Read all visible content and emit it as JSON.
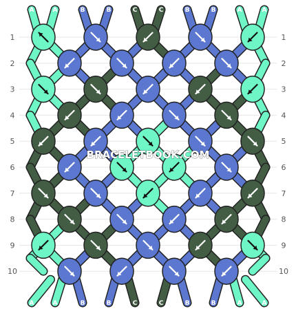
{
  "colors": {
    "A": "#6ff6c6",
    "B": "#5b77cf",
    "C": "#425d44",
    "outline": "#222222",
    "background": "#ffffff"
  },
  "top_strings": [
    "A",
    "A",
    "B",
    "B",
    "C",
    "C",
    "B",
    "B",
    "A",
    "A"
  ],
  "bottom_strings": [
    "A",
    "A",
    "B",
    "B",
    "C",
    "C",
    "B",
    "B",
    "A",
    "A"
  ],
  "row_numbers": [
    "1",
    "2",
    "3",
    "4",
    "5",
    "6",
    "7",
    "8",
    "9",
    "10"
  ],
  "knot_rows": [
    [
      {
        "c": "A",
        "d": "nw"
      },
      {
        "c": "B",
        "d": "se"
      },
      {
        "c": "C",
        "d": "sw"
      },
      {
        "c": "B",
        "d": "se"
      },
      {
        "c": "A",
        "d": "sw"
      }
    ],
    [
      {
        "c": "B",
        "d": "sw"
      },
      {
        "c": "B",
        "d": "se"
      },
      {
        "c": "B",
        "d": "sw"
      },
      {
        "c": "B",
        "d": "se"
      }
    ],
    [
      {
        "c": "A",
        "d": "se"
      },
      {
        "c": "C",
        "d": "se"
      },
      {
        "c": "B",
        "d": "sw"
      },
      {
        "c": "C",
        "d": "sw"
      },
      {
        "c": "A",
        "d": "sw"
      }
    ],
    [
      {
        "c": "C",
        "d": "sw"
      },
      {
        "c": "B",
        "d": "sw"
      },
      {
        "c": "B",
        "d": "se"
      },
      {
        "c": "C",
        "d": "se"
      }
    ],
    [
      {
        "c": "C",
        "d": "sw"
      },
      {
        "c": "B",
        "d": "sw"
      },
      {
        "c": "A",
        "d": "se"
      },
      {
        "c": "B",
        "d": "se"
      },
      {
        "c": "C",
        "d": "se"
      }
    ],
    [
      {
        "c": "B",
        "d": "sw"
      },
      {
        "c": "A",
        "d": "se"
      },
      {
        "c": "A",
        "d": "sw"
      },
      {
        "c": "B",
        "d": "se"
      }
    ],
    [
      {
        "c": "C",
        "d": "se"
      },
      {
        "c": "B",
        "d": "se"
      },
      {
        "c": "A",
        "d": "sw"
      },
      {
        "c": "B",
        "d": "sw"
      },
      {
        "c": "C",
        "d": "sw"
      }
    ],
    [
      {
        "c": "C",
        "d": "se"
      },
      {
        "c": "B",
        "d": "se"
      },
      {
        "c": "B",
        "d": "sw"
      },
      {
        "c": "C",
        "d": "sw"
      }
    ],
    [
      {
        "c": "A",
        "d": "sw"
      },
      {
        "c": "C",
        "d": "se"
      },
      {
        "c": "B",
        "d": "se"
      },
      {
        "c": "C",
        "d": "sw"
      },
      {
        "c": "A",
        "d": "se"
      }
    ],
    [
      {
        "c": "B",
        "d": "se"
      },
      {
        "c": "B",
        "d": "sw"
      },
      {
        "c": "B",
        "d": "se"
      },
      {
        "c": "B",
        "d": "sw"
      }
    ]
  ],
  "watermark": "BRACELETBOOK.COM"
}
